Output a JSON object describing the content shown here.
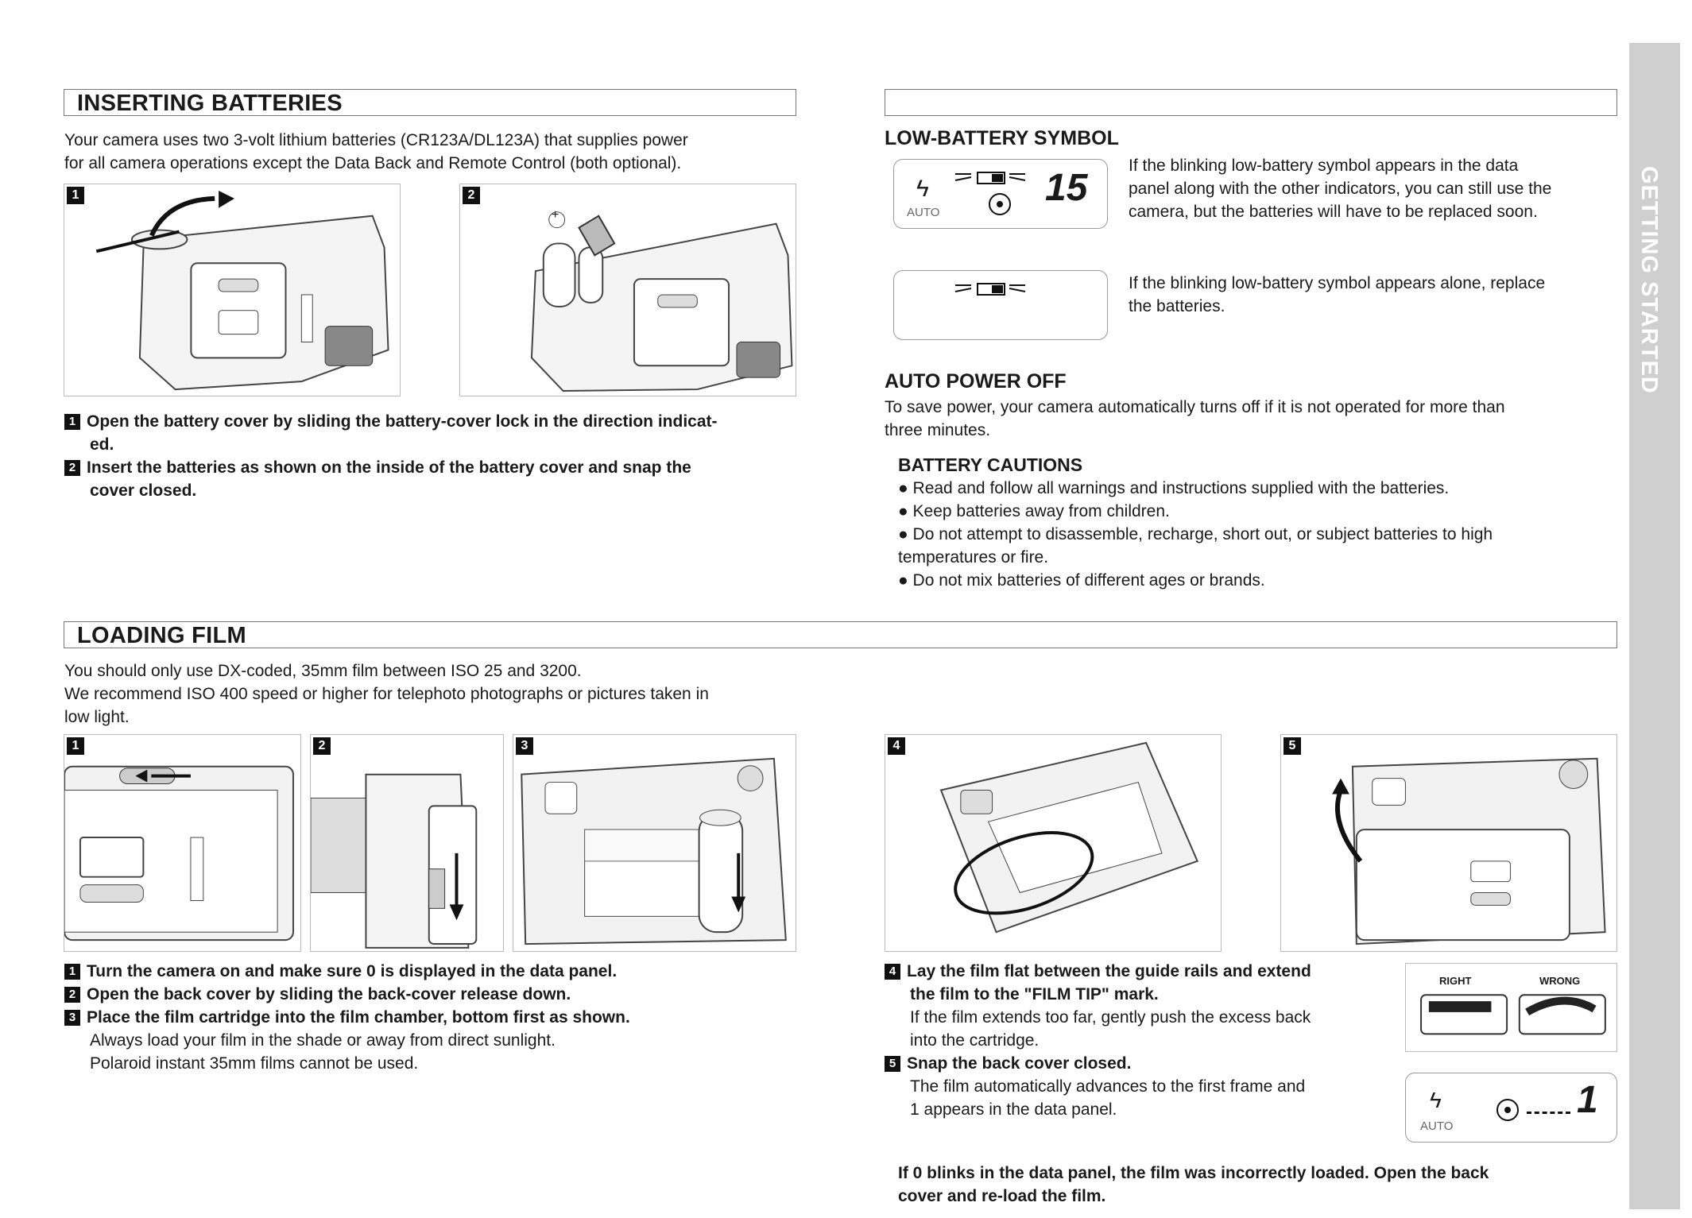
{
  "side_tab": {
    "label": "GETTING STARTED"
  },
  "batteries": {
    "title": "INSERTING BATTERIES",
    "intro": [
      "Your camera uses two 3-volt lithium batteries (CR123A/DL123A) that supplies power",
      "for all camera operations except the Data Back and Remote Control (both optional)."
    ],
    "figure_badges": [
      "1",
      "2"
    ],
    "figure2_plus": "+",
    "steps": [
      {
        "num": "1",
        "lines": [
          "Open the battery cover by sliding the battery-cover lock in the direction indicat-",
          "ed."
        ]
      },
      {
        "num": "2",
        "lines": [
          "Insert the batteries as shown on the inside of the battery cover and snap the",
          "cover closed."
        ]
      }
    ]
  },
  "low_battery": {
    "title": "LOW-BATTERY SYMBOL",
    "panel1": {
      "digits": "15",
      "auto": "AUTO",
      "flash": "ϟ"
    },
    "text1": [
      "If the blinking low-battery symbol appears in the data",
      "panel along with the other indicators, you can still use the",
      "camera, but the batteries will have to be replaced soon."
    ],
    "text2": [
      "If the blinking low-battery symbol appears alone, replace",
      "the batteries."
    ]
  },
  "auto_power": {
    "title": "AUTO POWER OFF",
    "text": [
      "To save power, your camera automatically turns off if it is not operated for more than",
      "three minutes."
    ]
  },
  "cautions": {
    "title": "BATTERY CAUTIONS",
    "items": [
      [
        "Read and follow all warnings and instructions supplied with the batteries."
      ],
      [
        "Keep batteries away from children."
      ],
      [
        "Do not attempt to disassemble, recharge, short out, or subject batteries to high",
        "temperatures or fire."
      ],
      [
        "Do not mix batteries of different ages or brands."
      ]
    ]
  },
  "film": {
    "title": "LOADING FILM",
    "intro": [
      "You should only use DX-coded, 35mm film between ISO 25 and 3200.",
      "We recommend ISO 400 speed or higher for telephoto photographs or pictures taken in",
      "low light."
    ],
    "figure_badges": [
      "1",
      "2",
      "3",
      "4",
      "5"
    ],
    "steps_left": [
      {
        "num": "1",
        "bold": [
          "Turn the camera on and make sure 0 is displayed in the data panel."
        ],
        "plain": []
      },
      {
        "num": "2",
        "bold": [
          "Open the back cover by sliding the back-cover release down."
        ],
        "plain": []
      },
      {
        "num": "3",
        "bold": [
          "Place the film cartridge into the film chamber, bottom first as shown."
        ],
        "plain": [
          "Always load your film in the shade or away from direct sunlight.",
          "Polaroid instant 35mm films cannot be used."
        ]
      }
    ],
    "steps_right": [
      {
        "num": "4",
        "bold": [
          "Lay the film flat between the guide rails and extend",
          "the film to the \"FILM TIP\" mark."
        ],
        "plain": [
          "If the film extends too far, gently push the excess back",
          "into the cartridge."
        ]
      },
      {
        "num": "5",
        "bold": [
          "Snap the back cover closed."
        ],
        "plain": [
          "The film automatically advances to the first frame and",
          "1 appears in the data panel."
        ]
      }
    ],
    "right_wrong": {
      "right": "RIGHT",
      "wrong": "WRONG"
    },
    "panel_one": {
      "auto": "AUTO",
      "flash": "ϟ",
      "digit": "1"
    },
    "warning": [
      "If 0 blinks in the data panel, the film was incorrectly loaded.  Open the back",
      "cover and re-load the film."
    ]
  }
}
